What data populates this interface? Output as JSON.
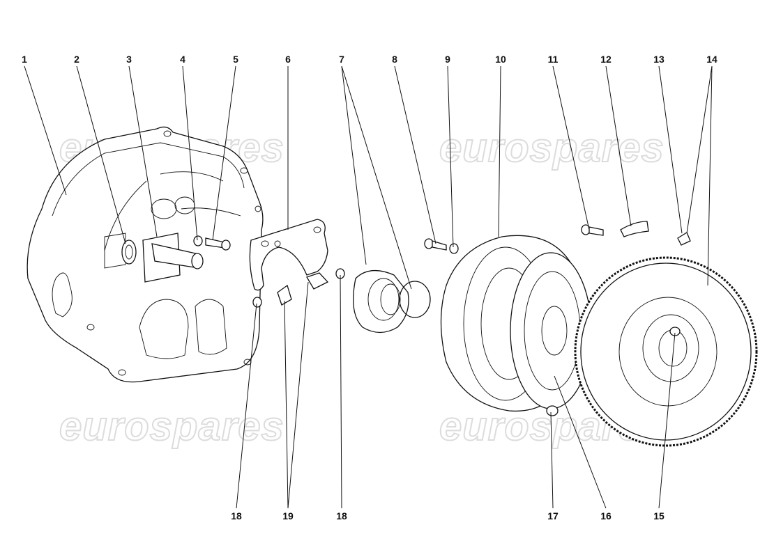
{
  "diagram": {
    "watermark": "eurospares",
    "top_labels": [
      "1",
      "2",
      "3",
      "4",
      "5",
      "6",
      "7",
      "8",
      "9",
      "10",
      "11",
      "12",
      "13",
      "14"
    ],
    "bottom_labels": [
      "18",
      "19",
      "18",
      "17",
      "16",
      "15"
    ]
  }
}
